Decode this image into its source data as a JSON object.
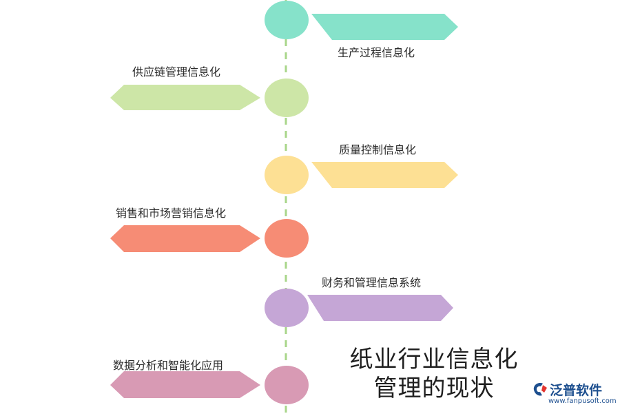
{
  "diagram": {
    "colors": {
      "spine": "#a8d68a",
      "item1": "#86e2ca",
      "item2": "#cde6a7",
      "item3": "#fde094",
      "item4": "#f68c75",
      "item5": "#c5a6d6",
      "item6": "#d89ab4"
    },
    "items": [
      {
        "label": "生产过程信息化",
        "color": "#86e2ca"
      },
      {
        "label": "供应链管理信息化",
        "color": "#cde6a7"
      },
      {
        "label": "质量控制信息化",
        "color": "#fde094"
      },
      {
        "label": "销售和市场营销信息化",
        "color": "#f68c75"
      },
      {
        "label": "财务和管理信息系统",
        "color": "#c5a6d6"
      },
      {
        "label": "数据分析和智能化应用",
        "color": "#d89ab4"
      }
    ],
    "title_line1": "纸业行业信息化",
    "title_line2": "管理的现状"
  },
  "logo": {
    "name": "泛普软件",
    "url": "www.fanpusoft.com",
    "icon": "fanpu-logo-icon"
  }
}
